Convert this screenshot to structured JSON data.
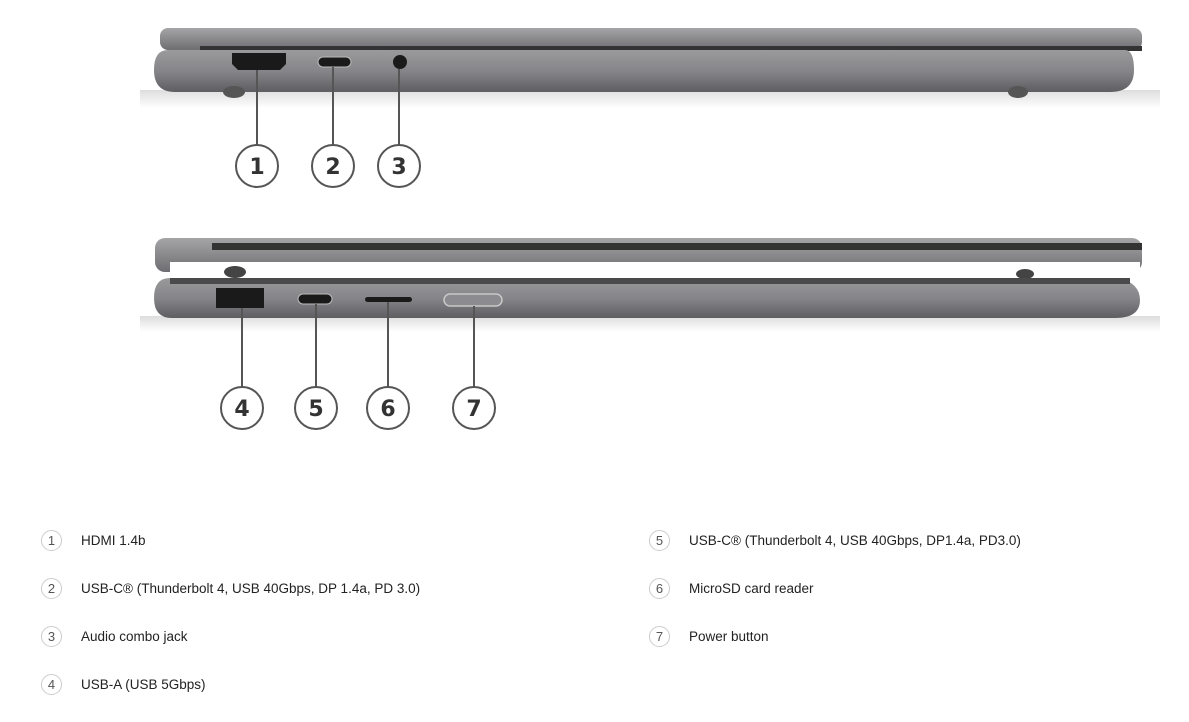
{
  "callouts": {
    "top": [
      "1",
      "2",
      "3"
    ],
    "bottom": [
      "4",
      "5",
      "6",
      "7"
    ]
  },
  "legend": {
    "left": [
      {
        "num": "1",
        "label": "HDMI 1.4b"
      },
      {
        "num": "2",
        "label": "USB-C® (Thunderbolt 4, USB 40Gbps, DP 1.4a, PD 3.0)"
      },
      {
        "num": "3",
        "label": "Audio combo jack"
      },
      {
        "num": "4",
        "label": "USB-A (USB 5Gbps)"
      }
    ],
    "right": [
      {
        "num": "5",
        "label": "USB-C® (Thunderbolt 4, USB 40Gbps, DP1.4a, PD3.0)"
      },
      {
        "num": "6",
        "label": "MicroSD card reader"
      },
      {
        "num": "7",
        "label": "Power button"
      }
    ]
  },
  "colors": {
    "body": "#7d7d7f",
    "body_dark": "#4a4a4c",
    "port": "#1a1a1a",
    "callout_stroke": "#555555"
  }
}
